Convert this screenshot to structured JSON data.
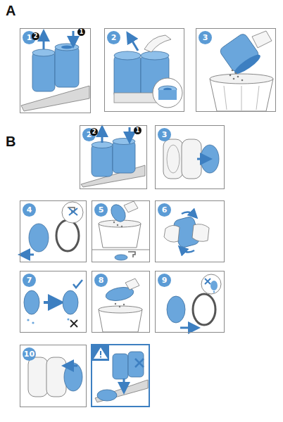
{
  "diagram": {
    "nodes": [
      {
        "text": [
          "1"
        ]
      },
      {
        "text": [
          "2"
        ]
      },
      {
        "text": [
          "3"
        ]
      },
      {
        "text": [
          "2"
        ]
      },
      {
        "text": [
          "3"
        ]
      },
      {
        "text": [
          "4"
        ]
      },
      {
        "text": [
          "5"
        ]
      },
      {
        "text": [
          "6"
        ]
      },
      {
        "text": [
          "7"
        ]
      },
      {
        "text": [
          "8"
        ]
      },
      {
        "text": [
          "9"
        ]
      },
      {
        "text": [
          "10"
        ]
      }
    ],
    "labels": [
      "A",
      "2",
      "1",
      "B",
      "2",
      "1"
    ]
  }
}
